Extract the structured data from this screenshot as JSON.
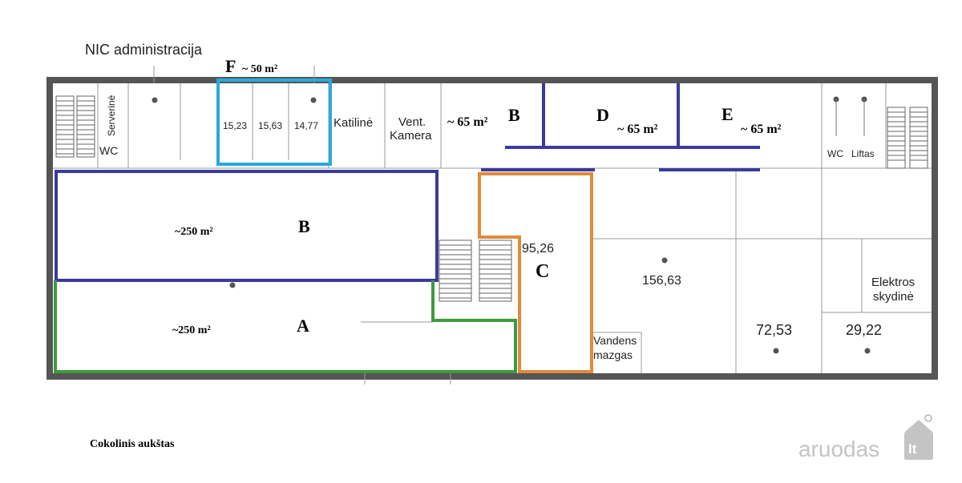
{
  "title_label": "NIC administracija",
  "floor_label": "Cokolinis aukštas",
  "watermark": {
    "text": "aruodas",
    "suffix": "lt"
  },
  "zones": {
    "F": {
      "letter": "F",
      "area": "~ 50 m²"
    },
    "B_top": {
      "letter": "B",
      "area": "~ 65 m²"
    },
    "D": {
      "letter": "D",
      "area": "~ 65 m²"
    },
    "E": {
      "letter": "E",
      "area": "~ 65 m²"
    },
    "B_big": {
      "letter": "B",
      "area": "~250 m²"
    },
    "A": {
      "letter": "A",
      "area": "~250 m²"
    },
    "C": {
      "letter": "C",
      "area": "95,26"
    }
  },
  "rooms": {
    "f1": "15,23",
    "f2": "15,63",
    "f3": "14,77",
    "serverine": "Serverinė",
    "wc_left": "WC",
    "katiline": "Katilinė",
    "vent_line1": "Vent.",
    "vent_line2": "Kamera",
    "wc_right": "WC",
    "liftas": "Liftas",
    "main_room": "156,63",
    "vandens_line1": "Vandens",
    "vandens_line2": "mazgas",
    "room_72": "72,53",
    "room_29": "29,22",
    "elektros_line1": "Elektros",
    "elektros_line2": "skydinė"
  },
  "colors": {
    "wall": "#555555",
    "zone_blue": "#3b3a9a",
    "zone_green": "#3f9a3f",
    "zone_orange": "#e08a3c",
    "zone_cyan": "#2aa8dc",
    "watermark": "#c4c4c4"
  }
}
